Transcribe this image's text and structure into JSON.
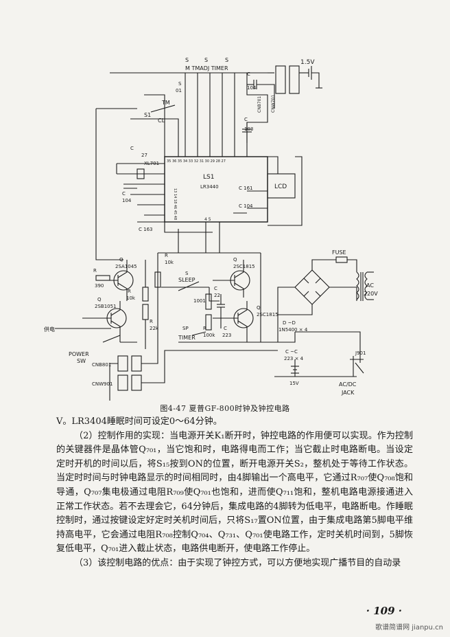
{
  "figure": {
    "caption": "图4-47  夏普GF-800时钟及钟控电路",
    "labels": {
      "s_sw1": "S",
      "s_sw2": "S",
      "s_sw3": "S",
      "top_row": "M   TMADJ  TIMER",
      "battery": "1.5V",
      "c_top": "C",
      "c_top_val": "104",
      "cnb_top": "CNB701",
      "cnw_top": "CNW701",
      "s_label": "S",
      "s_val": "01",
      "tm": "TM",
      "s1": "S1",
      "cl": "CL",
      "c103": "C",
      "c103_val": "103",
      "c27": "C",
      "c27_val": "27",
      "xl": "XL701",
      "c104a": "C",
      "c104a_val": "104",
      "ls1": "LS1",
      "lr3404": "LR3440",
      "lcd": "LCD",
      "c161": "C    161",
      "c104b": "C    104",
      "c163": "C    163",
      "pin35": "35 36 35 34 33 32 31 30 29 28 27",
      "pin_left": "13  14  18  46  45  48",
      "pin_bot": "4  5",
      "r10k": "R",
      "r10k_val": "10k",
      "q_top": "Q",
      "q_top_type": "2SA1045",
      "r_left": "R",
      "r_left_val": "390",
      "sleep_s": "S",
      "sleep": "SLEEP",
      "q_right_top": "Q",
      "q_right_top_type": "2SC1815",
      "r10k_b": "R",
      "r10k_b_val": "10k",
      "r22k": "R",
      "r22k_val": "22k",
      "c22": "C",
      "c22_val": "22",
      "r1001": "1001",
      "q_right_bot": "Q",
      "q_right_bot_type": "2SC1815",
      "q_left_bot": "Q",
      "q_left_bot_type": "2SB1051",
      "supply": "供电",
      "sp": "SP",
      "timer_b": "TIMER",
      "r_b": "R",
      "r_b_val": "100k",
      "c_b": "C",
      "c_b_val": "223",
      "fuse": "FUSE",
      "ac": "AC",
      "ac_v": "220V",
      "diode_label": "D  ~D",
      "diode_type": "1N5400 × 4",
      "c_array": "C   ~C",
      "c_array_val": "223 × 4",
      "j901": "J901",
      "v15": "15V",
      "acdc": "AC/DC",
      "jack": "JACK",
      "power": "POWER",
      "sw": "SW",
      "cnb801": "CNB801",
      "cnw901": "CNW901"
    }
  },
  "paragraphs": [
    {
      "text": "V。LR3404睡眠时间可设定0～64分钟。",
      "indent": false
    },
    {
      "text": "（2）控制作用的实现：当电源开关K₁断开时，钟控电路的作用便可以实现。作为控制的关键器件是晶体管Q₇₀₁，当它饱和时，电路得电而工作；当它截止时电路断电。当设定定时开机的时间以后，将S₁₅按到ON的位置，断开电源开关S₂，整机处于等待工作状态。当定时时间与时钟电路显示的时间相同时，由4脚输出一个高电平，它通过R₇₀₇使Q₇₀₈饱和导通，Q₇₀₇集电极通过电阻R₇₀₉使Q₇₀₁也饱和，进而使Q₇₁₁饱和，整机电路电源接通进入正常工作状态。若不去理会它，64分钟后，集成电路的4脚转为低电平，电路断电。作睡眠控制时，通过按键设定好定时关机时间后，只将S₁₇置ON位置，由于集成电路第5脚电平维持高电平，它会通过电阻R₇₀₈控制Q₇₀₄、Q₇₃₁、Q₇₀₁使电路工作，定时关机时间到，5脚恢复低电平，Q₇₀₁进入截止状态，电路供电断开，使电路工作停止。",
      "indent": true
    },
    {
      "text": "（3）该控制电路的优点：由于实现了钟控方式，可以方便地实现广播节目的自动录",
      "indent": true
    }
  ],
  "page_number": "· 109 ·",
  "watermark": "歌谱简谱网 jianpu.cn"
}
